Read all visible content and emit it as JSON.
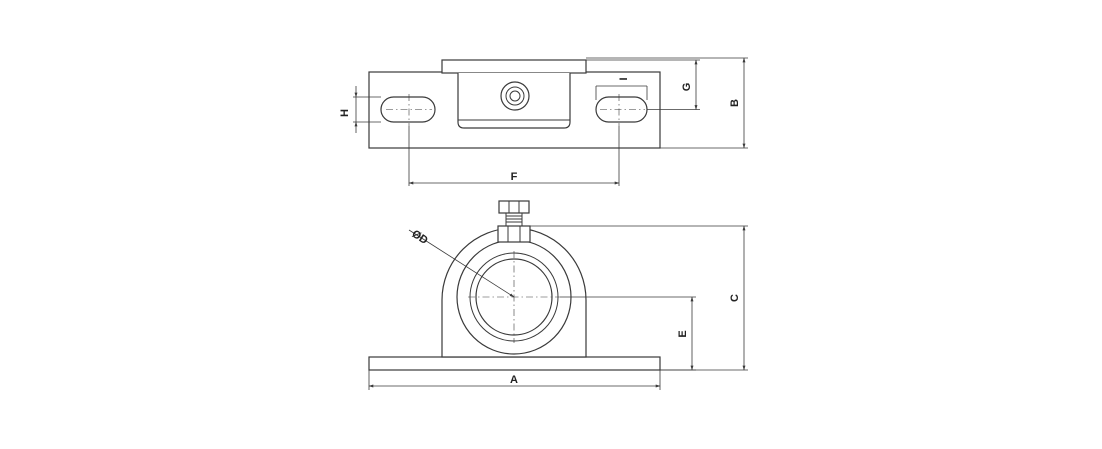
{
  "labels": {
    "A": "A",
    "B": "B",
    "C": "C",
    "D": "ØD",
    "E": "E",
    "F": "F",
    "G": "G",
    "H": "H",
    "I": "I"
  },
  "colors": {
    "line": "#3a3a3a",
    "background": "#ffffff"
  }
}
